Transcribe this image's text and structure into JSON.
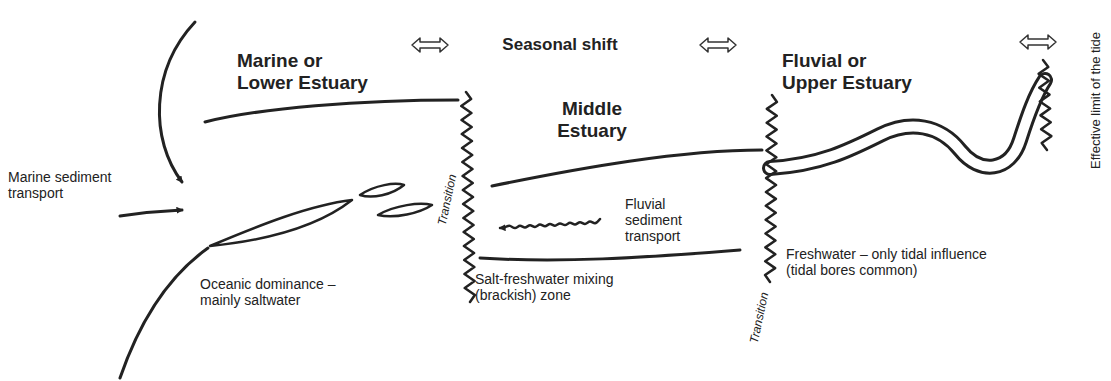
{
  "diagram": {
    "labels": [
      "Marine or Lower Estuary",
      "Seasonal shift",
      "Fluvial or Upper Estuary",
      "Effective limit of the tide",
      "Middle Estuary",
      "Marine sediment transport",
      "Transition",
      "Transition",
      "Fluvial sediment transport",
      "Oceanic dominance – mainly saltwater",
      "Salt-freshwater mixing (brackish) zone",
      "Freshwater – only tidal influence (tidal bores common)"
    ]
  }
}
